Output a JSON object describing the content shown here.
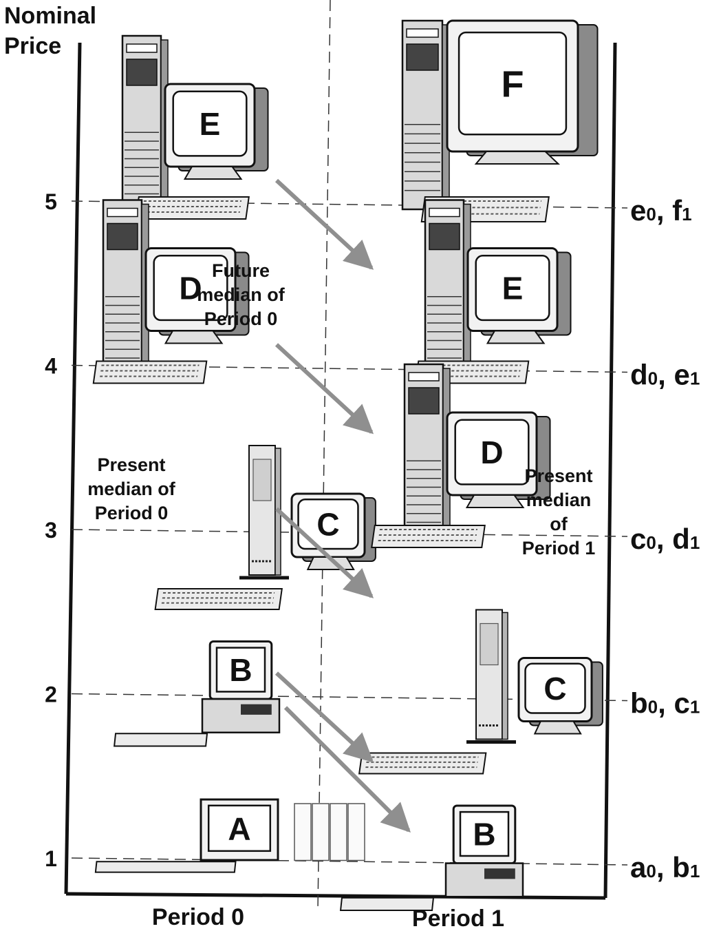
{
  "y_axis_title": [
    "Nominal",
    "Price"
  ],
  "y_ticks": [
    {
      "value": 5,
      "label": "5",
      "right_label": "e0, f1",
      "right_main1": "e",
      "right_sub1": "0",
      "right_main2": "f",
      "right_sub2": "1"
    },
    {
      "value": 4,
      "label": "4",
      "right_label": "d0, e1",
      "right_main1": "d",
      "right_sub1": "0",
      "right_main2": "e",
      "right_sub2": "1"
    },
    {
      "value": 3,
      "label": "3",
      "right_label": "c0, d1",
      "right_main1": "c",
      "right_sub1": "0",
      "right_main2": "d",
      "right_sub2": "1"
    },
    {
      "value": 2,
      "label": "2",
      "right_label": "b0, c1",
      "right_main1": "b",
      "right_sub1": "0",
      "right_main2": "c",
      "right_sub2": "1"
    },
    {
      "value": 1,
      "label": "1",
      "right_label": "a0, b1",
      "right_main1": "a",
      "right_sub1": "0",
      "right_main2": "b",
      "right_sub2": "1"
    }
  ],
  "periods": [
    "Period 0",
    "Period 1"
  ],
  "period0_items": [
    {
      "letter": "E",
      "price": 5,
      "kind": "tower"
    },
    {
      "letter": "D",
      "price": 4,
      "kind": "tower"
    },
    {
      "letter": "C",
      "price": 3,
      "kind": "slim"
    },
    {
      "letter": "B",
      "price": 2,
      "kind": "desktop"
    },
    {
      "letter": "A",
      "price": 1,
      "kind": "stack"
    }
  ],
  "period1_items": [
    {
      "letter": "F",
      "price": 5,
      "kind": "tower-big"
    },
    {
      "letter": "E",
      "price": 4,
      "kind": "tower"
    },
    {
      "letter": "D",
      "price": 3,
      "kind": "tower"
    },
    {
      "letter": "C",
      "price": 2,
      "kind": "slim"
    },
    {
      "letter": "B",
      "price": 1,
      "kind": "desktop"
    }
  ],
  "annotations": {
    "future_median": [
      "Future",
      "median of",
      "Period 0"
    ],
    "present_median_0": [
      "Present",
      "median of",
      "Period 0"
    ],
    "present_median_1": [
      "Present",
      "median",
      "of",
      "Period 1"
    ]
  },
  "colors": {
    "ink": "#111111",
    "arrow": "#8f8f8f",
    "screen": "#ffffff",
    "case": "#d9d9d9"
  }
}
